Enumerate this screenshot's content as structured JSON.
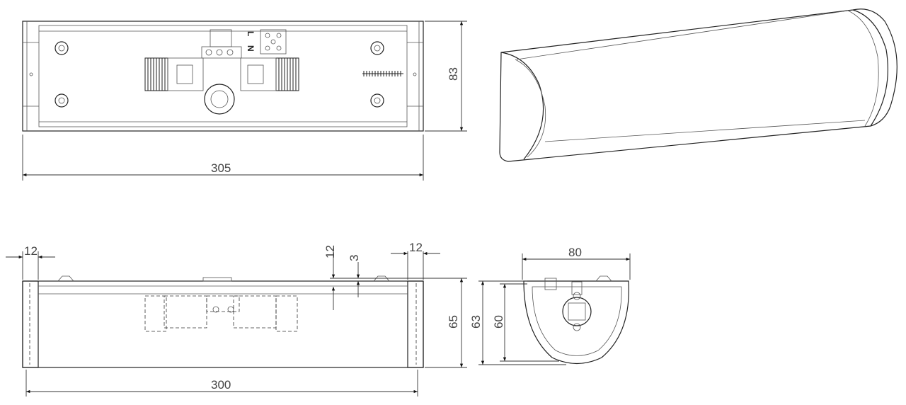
{
  "drawing": {
    "top_view": {
      "width_label": "305",
      "height_label": "83",
      "terminal_labels": [
        "L",
        "N"
      ]
    },
    "side_view": {
      "length_label": "300",
      "height_label": "65",
      "left_cap_label": "12",
      "right_cap_label": "12",
      "top_offset_label": "12",
      "lip_label": "3"
    },
    "end_view": {
      "width_label": "80",
      "height_label_outer": "63",
      "height_label_inner": "60"
    }
  }
}
